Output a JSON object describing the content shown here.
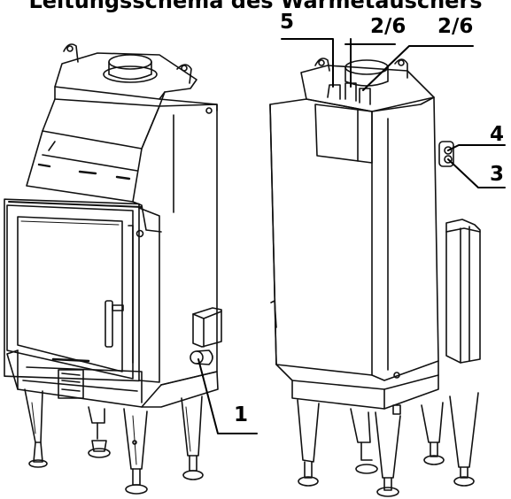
{
  "title": "Leitungsschema des Wärmetauschers",
  "callouts": {
    "c1": "1",
    "c3": "3",
    "c4": "4",
    "c5": "5",
    "c26a": "2/6",
    "c26b": "2/6"
  }
}
